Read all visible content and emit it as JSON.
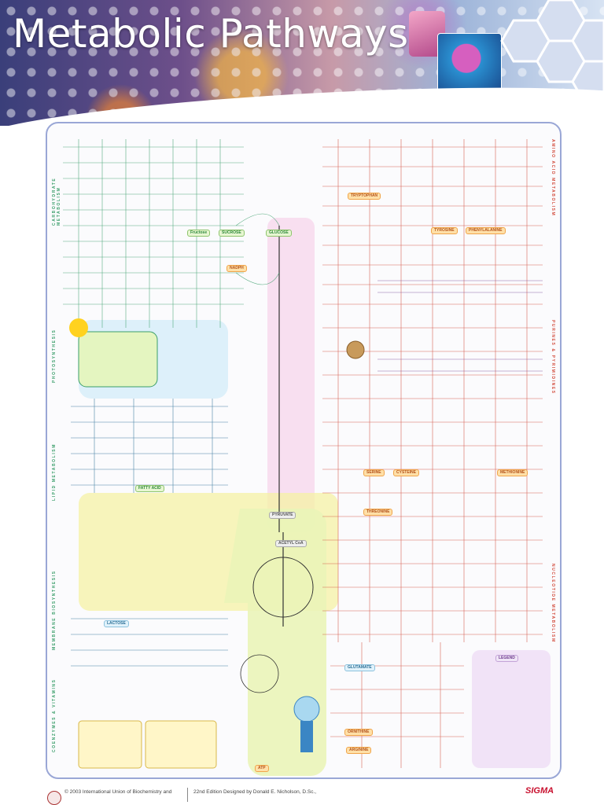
{
  "header": {
    "title": "Metabolic Pathways"
  },
  "map": {
    "left_sections": [
      "CARBOHYDRATE METABOLISM",
      "PHOTOSYNTHESIS",
      "LIPID METABOLISM",
      "MEMBRANE BIOSYNTHESIS",
      "COENZYMES & VITAMINS"
    ],
    "right_sections": [
      "AMINO ACID METABOLISM",
      "PURINES & PYRIMIDINES",
      "NUCLEOTIDE METABOLISM"
    ],
    "nodes": {
      "fructose": "Fructose",
      "sucrose": "SUCROSE",
      "glucose": "GLUCOSE",
      "tryptophan": "TRYPTOPHAN",
      "tyrosine": "TYROSINE",
      "phenylalanine": "PHENYLALANINE",
      "nadph": "NADPH",
      "pyruvate": "PYRUVATE",
      "fatty_acid": "FATTY ACID",
      "acetyl_coa": "ACETYL CoA",
      "glutamate": "GLUTAMATE",
      "arginine": "ARGININE",
      "ornithine": "ORNITHINE",
      "atp": "ATP",
      "serine": "SERINE",
      "cysteine": "CYSTEINE",
      "methionine": "METHIONINE",
      "threonine": "THREONINE",
      "lactose": "LACTOSE",
      "legend": "LEGEND"
    }
  },
  "footer": {
    "copyright": "© 2003 International Union of Biochemistry and",
    "edition": "22nd Edition Designed by Donald E. Nicholson, D.Sc.,",
    "brand": "SIGMA"
  },
  "colors": {
    "frame": "#9aa7d6",
    "carbohydrate": "#3a9e6a",
    "amino_acid": "#d24a3a",
    "lipid": "#2b6f96",
    "highlight": "#f3c6e2",
    "citric_cycle": "#f4f0a0",
    "brand": "#c8102e"
  }
}
